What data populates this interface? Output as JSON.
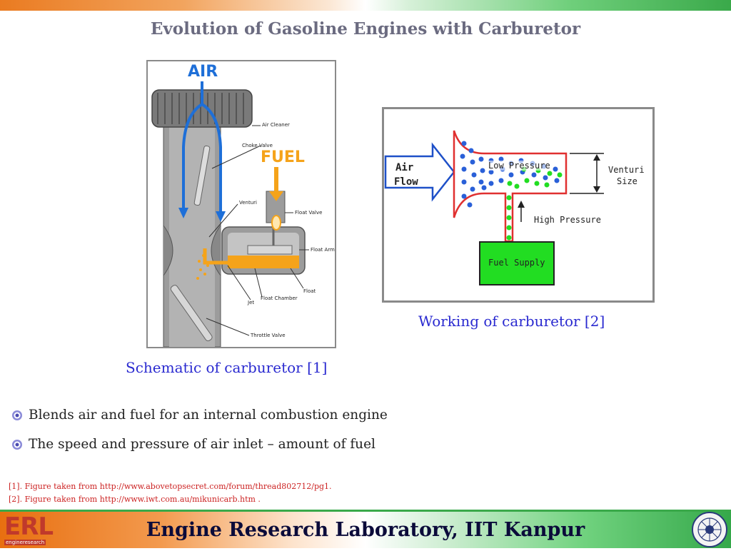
{
  "header": {
    "title": "Evolution of Gasoline Engines with Carburetor"
  },
  "figure1": {
    "caption": "Schematic of carburetor [1]",
    "labels": {
      "air": "AIR",
      "fuel": "FUEL",
      "air_cleaner": "Air Cleaner",
      "choke_valve": "Choke Valve",
      "venturi": "Venturi",
      "float_valve": "Float Valve",
      "float_arm": "Float Arm",
      "float": "Float",
      "float_chamber": "Float Chamber",
      "jet": "Jet",
      "throttle_valve": "Throttle Valve"
    }
  },
  "figure2": {
    "caption": "Working of carburetor [2]",
    "labels": {
      "air": "Air",
      "flow": "Flow",
      "low_pressure": "Low Pressure",
      "high_pressure": "High Pressure",
      "venturi": "Venturi",
      "size": "Size",
      "fuel_supply": "Fuel Supply"
    }
  },
  "bullets": [
    "Blends air and fuel for an internal combustion engine",
    "The speed and pressure of air inlet – amount of fuel"
  ],
  "references": [
    "[1]. Figure taken from http://www.abovetopsecret.com/forum/thread802712/pg1.",
    "[2]. Figure taken from http://www.iwt.com.au/mikunicarb.htm ."
  ],
  "footer": {
    "text": "Engine Research Laboratory, IIT Kanpur",
    "logo_text": "ERL",
    "logo_subtext": "engineresearch"
  },
  "colors": {
    "title": "#6b6b80",
    "caption": "#2a2ad0",
    "reference": "#cc2222",
    "air_blue": "#1e6fd8",
    "fuel_orange": "#f5a31a",
    "fuel_supply_green": "#22dd22",
    "venturi_red": "#e03030"
  }
}
